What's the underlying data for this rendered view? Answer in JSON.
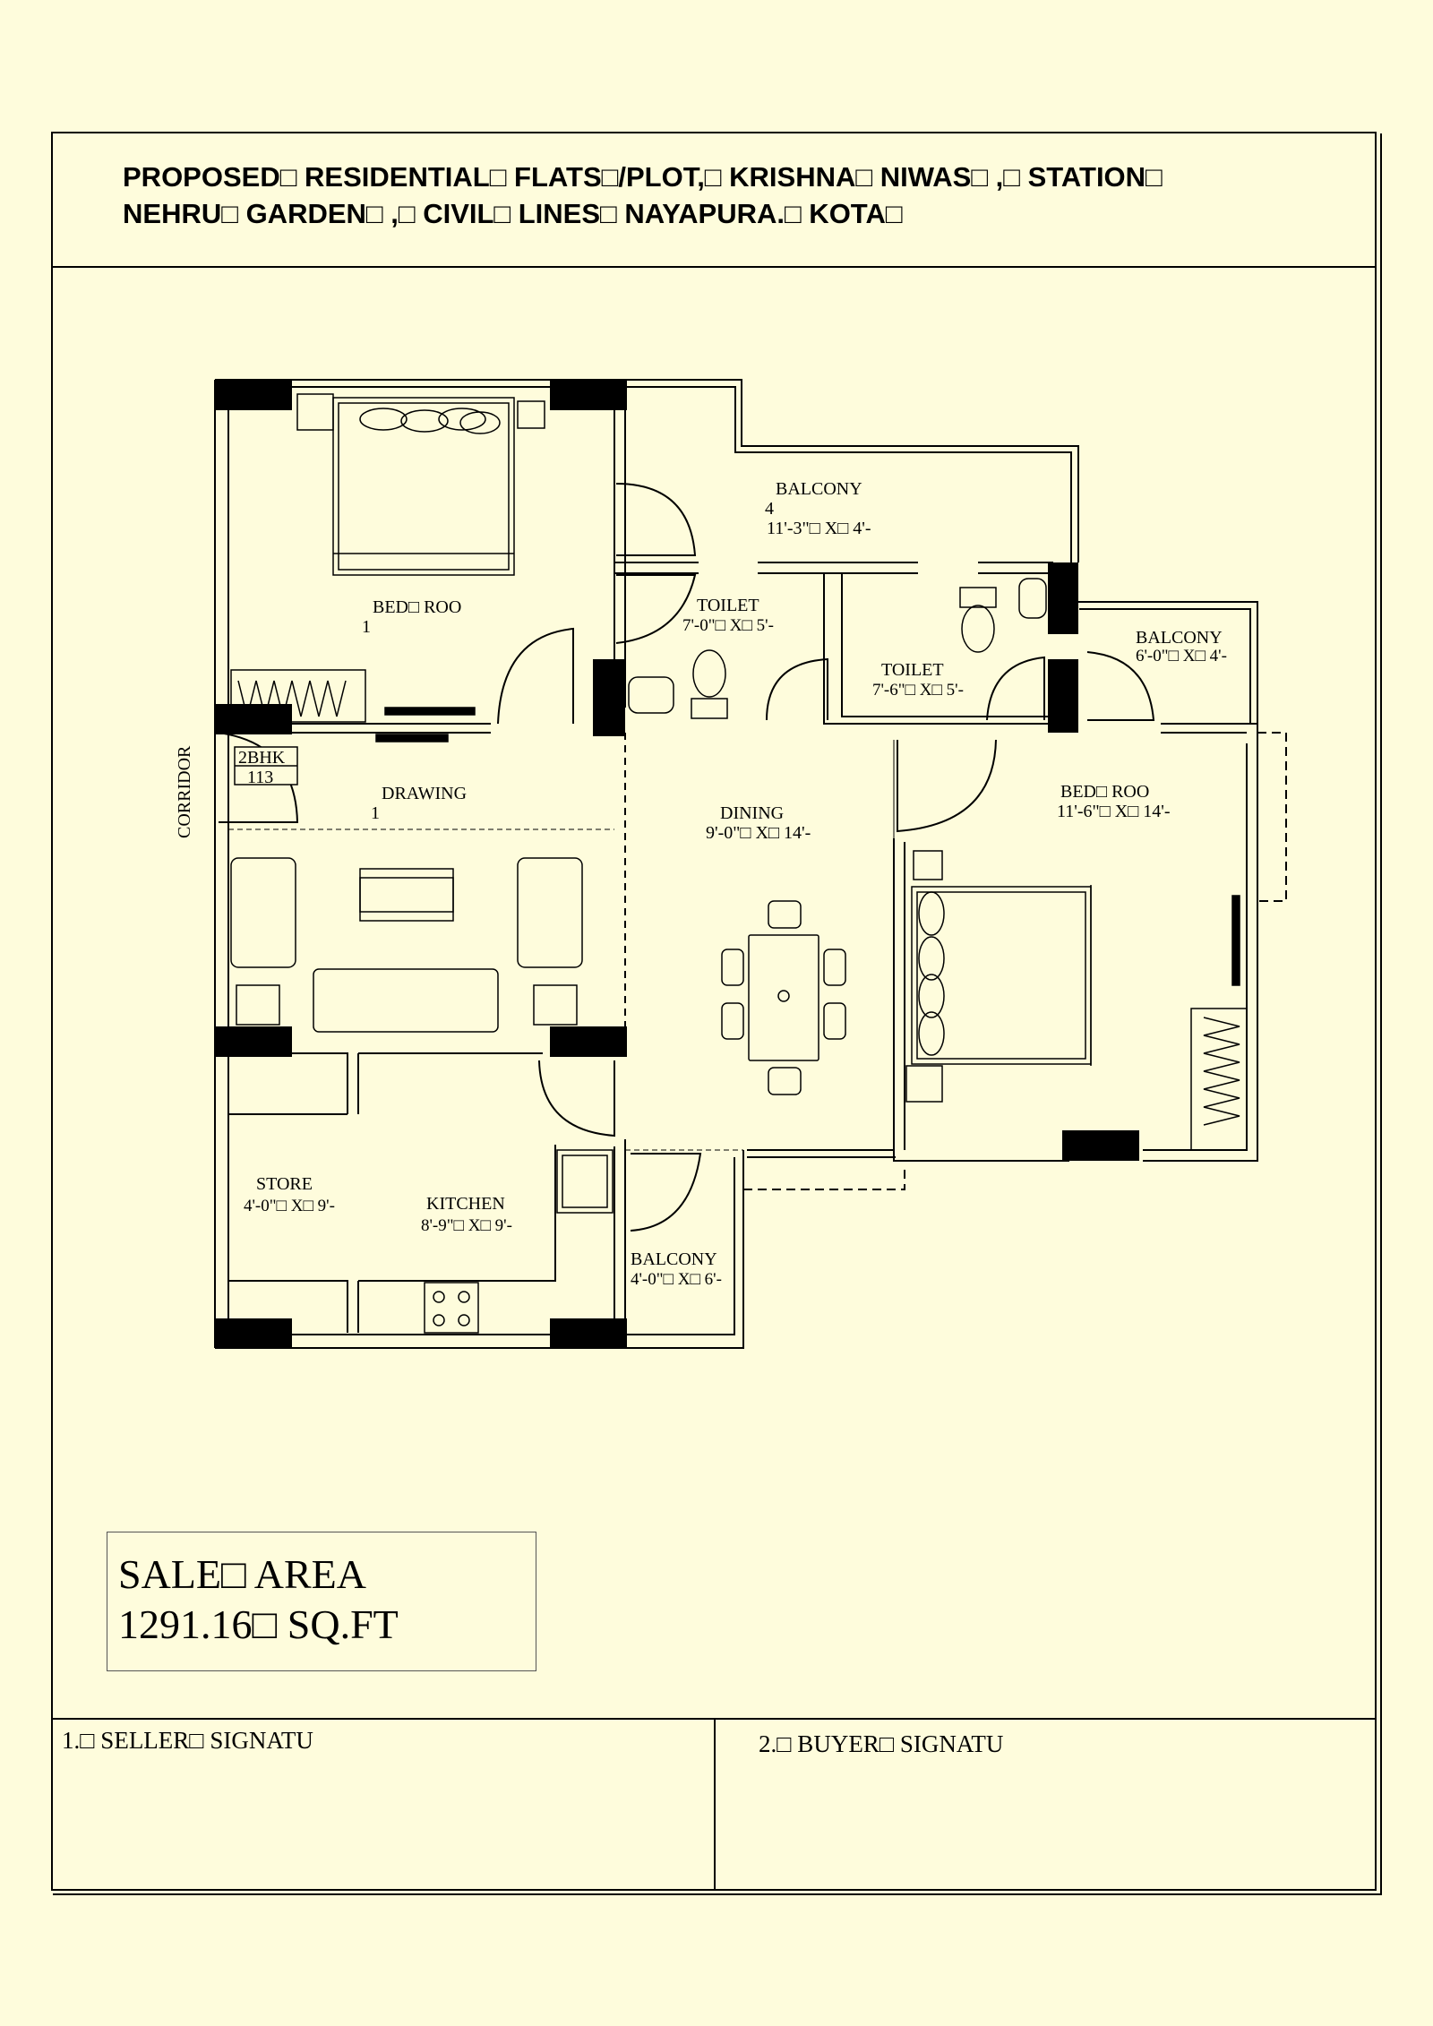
{
  "title": {
    "line1": "PROPOSED□ RESIDENTIAL□ FLATS□/PLOT,□ KRISHNA□ NIWAS□ ,□ STATION□",
    "line2": "NEHRU□ GARDEN□ ,□ CIVIL□ LINES□ NAYAPURA.□ KOTA□"
  },
  "rooms": {
    "bedroom1_name": "BED□ ROO",
    "bedroom1_num": "1",
    "balcony4_name": "BALCONY",
    "balcony4_num": "4",
    "balcony4_size": "11'-3\"□ X□ 4'-",
    "toilet1_name": "TOILET",
    "toilet1_size": "7'-0\"□ X□ 5'-",
    "toilet2_name": "TOILET",
    "toilet2_size": "7'-6\"□ X□ 5'-",
    "balcony_e_name": "BALCONY",
    "balcony_e_size": "6'-0\"□ X□ 4'-",
    "corridor": "CORRIDOR",
    "unit_type": "2BHK",
    "unit_no": "113",
    "drawing_name": "DRAWING",
    "drawing_num": "1",
    "dining_name": "DINING",
    "dining_size": "9'-0\"□ X□ 14'-",
    "bedroom2_name": "BED□ ROO",
    "bedroom2_size": "11'-6\"□ X□ 14'-",
    "store_name": "STORE",
    "store_size": "4'-0\"□ X□ 9'-",
    "kitchen_name": "KITCHEN",
    "kitchen_size": "8'-9\"□ X□ 9'-",
    "balcony_s_name": "BALCONY",
    "balcony_s_size": "4'-0\"□ X□ 6'-"
  },
  "sale": {
    "line1": "SALE□ AREA",
    "line2": "1291.16□ SQ.FT"
  },
  "signatures": {
    "seller": "1.□ SELLER□ SIGNATU",
    "buyer": "2.□ BUYER□ SIGNATU"
  }
}
